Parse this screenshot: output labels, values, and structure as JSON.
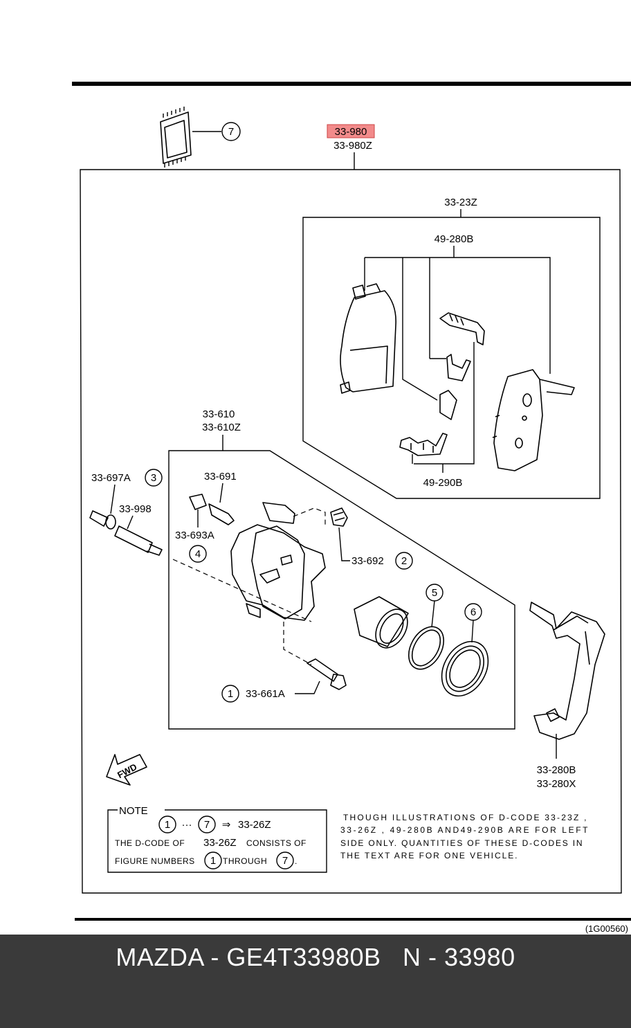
{
  "diagram": {
    "part_7_callout": "7",
    "assembly_label_highlighted": "33-980",
    "assembly_label_alt": "33-980Z",
    "pad_kit_label": "33-23Z",
    "shim_top_label": "49-280B",
    "shim_bottom_label": "49-290B",
    "caliper_label_1": "33-610",
    "caliper_label_2": "33-610Z",
    "pin_boot_label": "33-697A",
    "pin_boot_num": "3",
    "bleeder_label": "33-691",
    "guide_pin_label": "33-998",
    "bleeder_cap_label": "33-693A",
    "bleeder_cap_num": "4",
    "dust_boot_label": "33-692",
    "dust_boot_num": "2",
    "seal_num": "5",
    "boot_num": "6",
    "bolt_label": "33-661A",
    "bolt_num": "1",
    "bracket_label_1": "33-280B",
    "bracket_label_2": "33-280X",
    "fwd_label": "FWD",
    "note_title": "NOTE",
    "note_from": "1",
    "note_dots": "···",
    "note_to": "7",
    "note_arrow": "⇒",
    "note_code": "33-26Z",
    "note_line2_a": "THE D-CODE OF",
    "note_line2_b": "33-26Z",
    "note_line2_c": "CONSISTS OF",
    "note_line3_a": "FIGURE NUMBERS",
    "note_line3_num1": "1",
    "note_line3_b": "THROUGH",
    "note_line3_num2": "7",
    "note_line3_end": ".",
    "side_note_1": "THOUGH ILLUSTRATIONS OF D-CODE 33-23Z ,",
    "side_note_2": "33-26Z , 49-280B AND49-290B ARE FOR LEFT",
    "side_note_3": "SIDE ONLY. QUANTITIES OF THESE D-CODES IN",
    "side_note_4": "THE TEXT ARE FOR ONE VEHICLE.",
    "figure_code": "(1G00560)"
  },
  "footer": {
    "text": "MAZDA - GE4T33980B   N - 33980"
  },
  "colors": {
    "highlight": "#f28b8b",
    "footer_bg": "#3a3a3a"
  }
}
